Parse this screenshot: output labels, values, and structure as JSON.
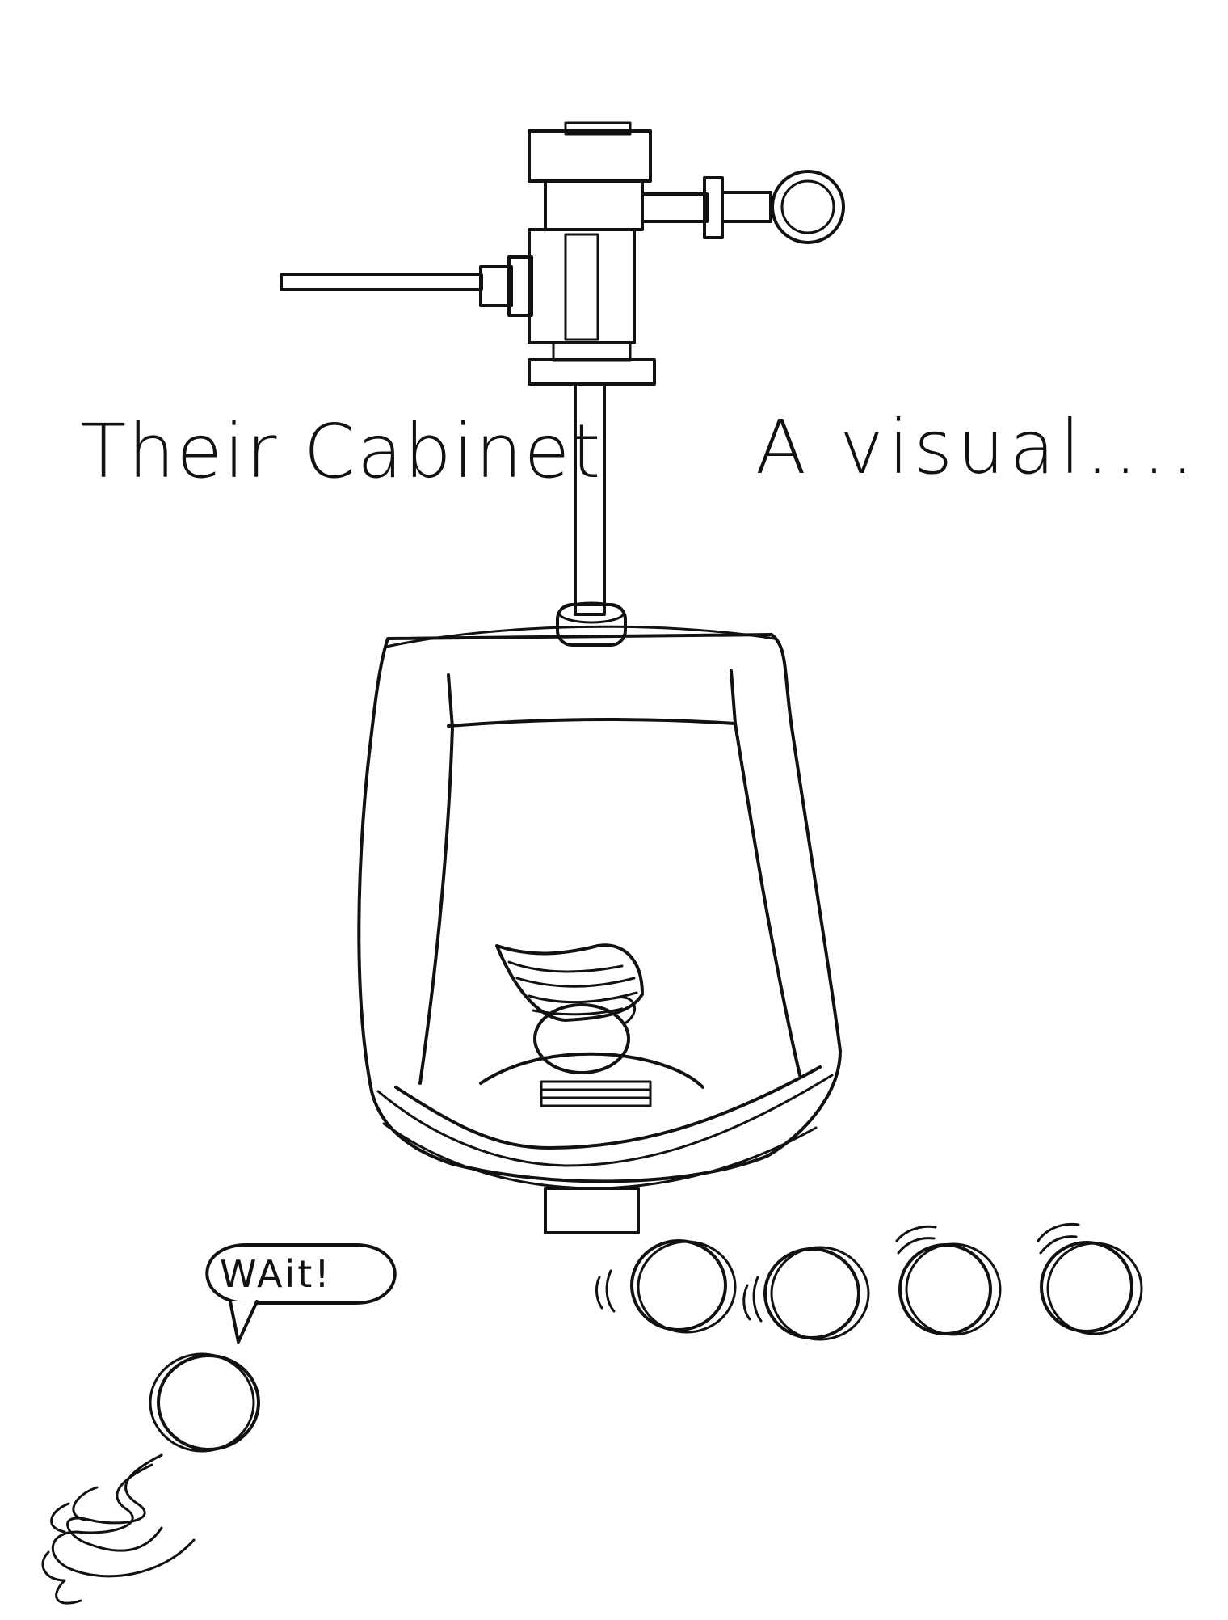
{
  "caption_left": "Their Cabinet",
  "caption_right": "A visual....",
  "speech_bubble": "WAit!",
  "colors": {
    "ink": "#111111",
    "paper": "#ffffff"
  }
}
